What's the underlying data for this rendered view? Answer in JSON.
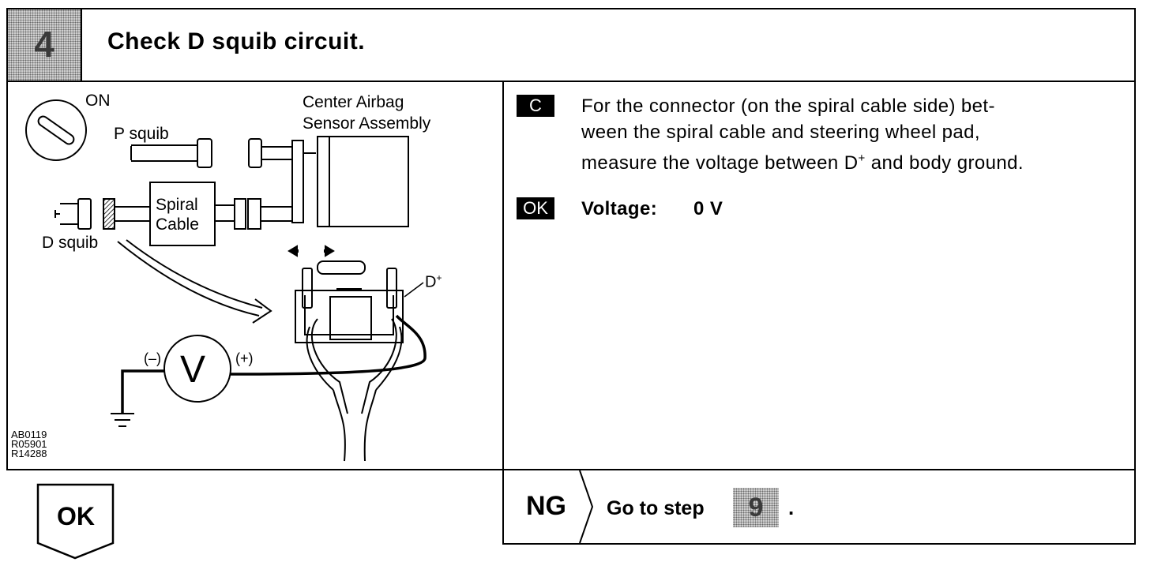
{
  "step": {
    "number": "4",
    "title": "Check D squib circuit."
  },
  "diagram": {
    "ignition_label": "ON",
    "p_squib_label": "P squib",
    "d_squib_label": "D squib",
    "sensor_label_line1": "Center Airbag",
    "sensor_label_line2": "Sensor Assembly",
    "spiral_label_line1": "Spiral",
    "spiral_label_line2": "Cable",
    "terminal_label": "D",
    "terminal_sup": "+",
    "meter_symbol": "V",
    "minus_label": "(–)",
    "plus_label": "(+)",
    "codes": [
      "AB0119",
      "R05901",
      "R14288"
    ]
  },
  "instruction": {
    "tag": "C",
    "lines": [
      "For the connector (on the spiral cable side) bet-",
      "ween the spiral cable and steering wheel pad,"
    ],
    "line3_before": "measure the voltage between D",
    "line3_sup": "+",
    "line3_after": " and body ground."
  },
  "ok_spec": {
    "tag": "OK",
    "label": "Voltage:",
    "value": "0 V"
  },
  "result_ok": {
    "label": "OK"
  },
  "result_ng": {
    "label": "NG",
    "text": "Go to step",
    "step_ref": "9",
    "period": "."
  }
}
